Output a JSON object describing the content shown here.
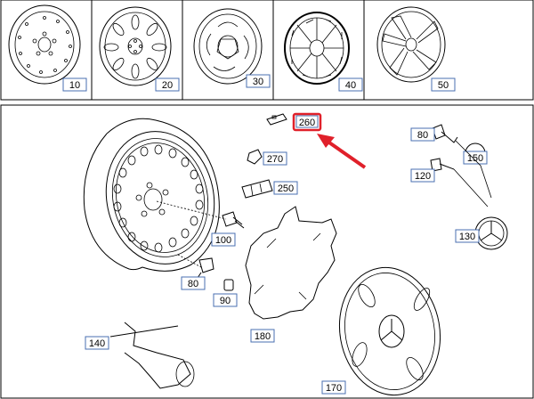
{
  "top_row": [
    {
      "label": "10",
      "icon": "steel-wheel-rim-icon"
    },
    {
      "label": "20",
      "icon": "oval-slot-wheel-icon"
    },
    {
      "label": "30",
      "icon": "five-spoke-wheel-icon"
    },
    {
      "label": "40",
      "icon": "multi-spoke-wheel-icon"
    },
    {
      "label": "50",
      "icon": "star-spoke-wheel-icon"
    }
  ],
  "parts": {
    "p260": "260",
    "p270": "270",
    "p250": "250",
    "p100": "100",
    "p80a": "80",
    "p90": "90",
    "p180": "180",
    "p170": "170",
    "p140": "140",
    "p80b": "80",
    "p150": "150",
    "p120": "120",
    "p130": "130"
  },
  "colors": {
    "label_border": "#4a6fb0",
    "highlight": "#e0202a",
    "line": "#000000"
  }
}
